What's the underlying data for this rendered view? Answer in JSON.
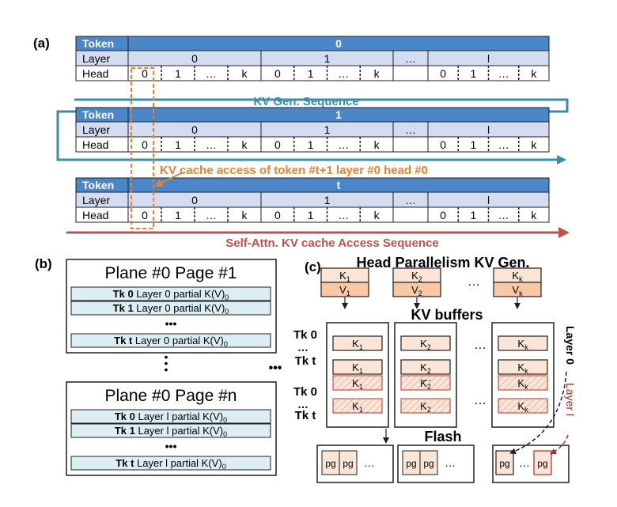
{
  "panel_labels": {
    "a": "(a)",
    "b": "(b)",
    "c": "(c)"
  },
  "colors": {
    "token_blue": "#4a86c8",
    "row_blue": "#d3dcf0",
    "teal": "#3b8ea5",
    "orange": "#e8822e",
    "red": "#c0504d",
    "kv_fill": "#fbe5d6",
    "page_row": "#daeef3",
    "border": "#1f1f1f"
  },
  "panel_a": {
    "row_labels": {
      "token": "Token",
      "layer": "Layer",
      "head": "Head"
    },
    "blocks": [
      {
        "token": "0",
        "layers": [
          "0",
          "1",
          "…",
          "l"
        ]
      },
      {
        "token": "1",
        "layers": [
          "0",
          "1",
          "…",
          "l"
        ]
      },
      {
        "token": "t",
        "layers": [
          "0",
          "1",
          "…",
          "l"
        ]
      }
    ],
    "heads": [
      "0",
      "1",
      "…",
      "k"
    ],
    "kv_gen_label": "KV Gen. Sequence",
    "access_label": "KV cache access of token #t+1 layer #0 head #0",
    "self_attn_label": "Self-Attn. KV cache Access Sequence"
  },
  "panel_b": {
    "pages": [
      {
        "title": "Plane #0  Page #1",
        "rows": [
          {
            "tk": "Tk 0",
            "desc": "Layer 0 partial K(V)",
            "sub": "0"
          },
          {
            "tk": "Tk 1",
            "desc": "Layer 0 partial K(V)",
            "sub": "0"
          },
          {
            "tk": "Tk t",
            "desc": "Layer 0 partial K(V)",
            "sub": "0"
          }
        ]
      },
      {
        "title": "Plane #0  Page #n",
        "rows": [
          {
            "tk": "Tk 0",
            "desc": "Layer l partial K(V)",
            "sub": "0"
          },
          {
            "tk": "Tk 1",
            "desc": "Layer l partial K(V)",
            "sub": "0"
          },
          {
            "tk": "Tk t",
            "desc": "Layer l partial K(V)",
            "sub": "0"
          }
        ]
      }
    ],
    "dots": "•••"
  },
  "panel_c": {
    "title": "Head Parallelism KV Gen.",
    "heads": [
      {
        "k": "K",
        "v": "V",
        "sub": "1"
      },
      {
        "k": "K",
        "v": "V",
        "sub": "2"
      },
      {
        "k": "K",
        "v": "V",
        "sub": "k"
      }
    ],
    "buffers_title": "KV buffers",
    "tk_labels": [
      "Tk 0",
      "Tk t",
      "Tk 0",
      "Tk t"
    ],
    "layer0_label": "Layer 0",
    "layerl_label": "Layer l",
    "flash_title": "Flash",
    "pg_label": "pg",
    "ellipsis": "…"
  }
}
